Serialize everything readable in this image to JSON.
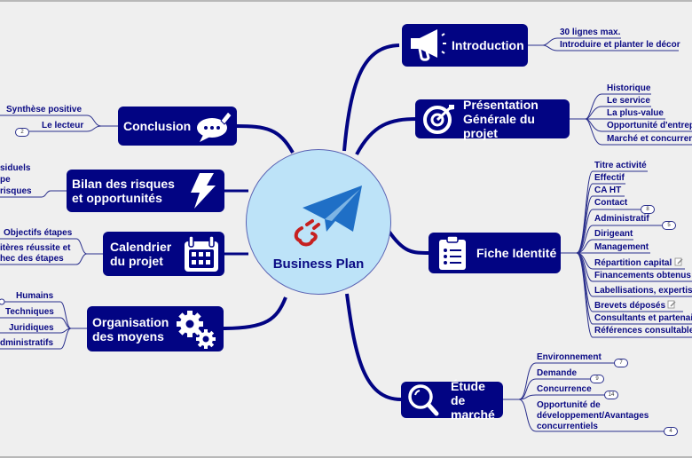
{
  "center": {
    "title": "Business Plan",
    "icon": "paper-plane-icon"
  },
  "colors": {
    "node_bg": "#020483",
    "center_bg": "#bde3f8",
    "text": "#0a0a84",
    "line": "#1a1f8c",
    "accent_red": "#c62020",
    "plane_blue": "#1f6fc6"
  },
  "nodes": {
    "introduction": {
      "label": "Introduction",
      "icon": "megaphone-icon",
      "children": [
        "30 lignes max.",
        "Introduire et planter le décor"
      ]
    },
    "presentation": {
      "label": "Présentation\nGénérale du projet",
      "icon": "target-icon",
      "children": [
        "Historique",
        "Le service",
        "La plus-value",
        "Opportunité d'entrep",
        "Marché et concurren"
      ]
    },
    "fiche": {
      "label": "Fiche Identité",
      "icon": "clipboard-list-icon",
      "children": [
        {
          "label": "Titre activité"
        },
        {
          "label": "Effectif"
        },
        {
          "label": "CA HT"
        },
        {
          "label": "Contact",
          "badge": "8"
        },
        {
          "label": "Administratif",
          "badge": "5"
        },
        {
          "label": "Dirigeant"
        },
        {
          "label": "Management"
        },
        {
          "label": "Répartition capital",
          "note": true
        },
        {
          "label": "Financements obtenus"
        },
        {
          "label": "Labellisations, expertis"
        },
        {
          "label": "Brevets déposés",
          "note": true
        },
        {
          "label": "Consultants et partenai"
        },
        {
          "label": "Références consultable"
        }
      ]
    },
    "etude": {
      "label": "Étude de\nmarché",
      "icon": "magnifier-icon",
      "children": [
        {
          "label": "Environnement",
          "badge": "7"
        },
        {
          "label": "Demande",
          "badge": "9"
        },
        {
          "label": "Concurrence",
          "badge": "14"
        },
        {
          "label": "Opportunité de\ndéveloppement/Avantages\nconcurrentiels",
          "badge": "4"
        }
      ]
    },
    "conclusion": {
      "label": "Conclusion",
      "icon": "speech-bubble-pen-icon",
      "children": [
        {
          "label": "Synthèse positive"
        },
        {
          "label": "Le lecteur",
          "badge": "2"
        }
      ]
    },
    "bilan": {
      "label": "Bilan des risques\net opportunités",
      "icon": "lightning-icon",
      "children": [
        "siduels",
        "pe",
        "risques"
      ]
    },
    "calendrier": {
      "label": "Calendrier\ndu projet",
      "icon": "calendar-icon",
      "children": [
        "Objectifs étapes",
        "itères réussite et\nhec des étapes"
      ]
    },
    "organisation": {
      "label": "Organisation\ndes moyens",
      "icon": "gears-icon",
      "children": [
        "Humains",
        "Techniques",
        "Juridiques",
        "dministratifs"
      ]
    }
  }
}
